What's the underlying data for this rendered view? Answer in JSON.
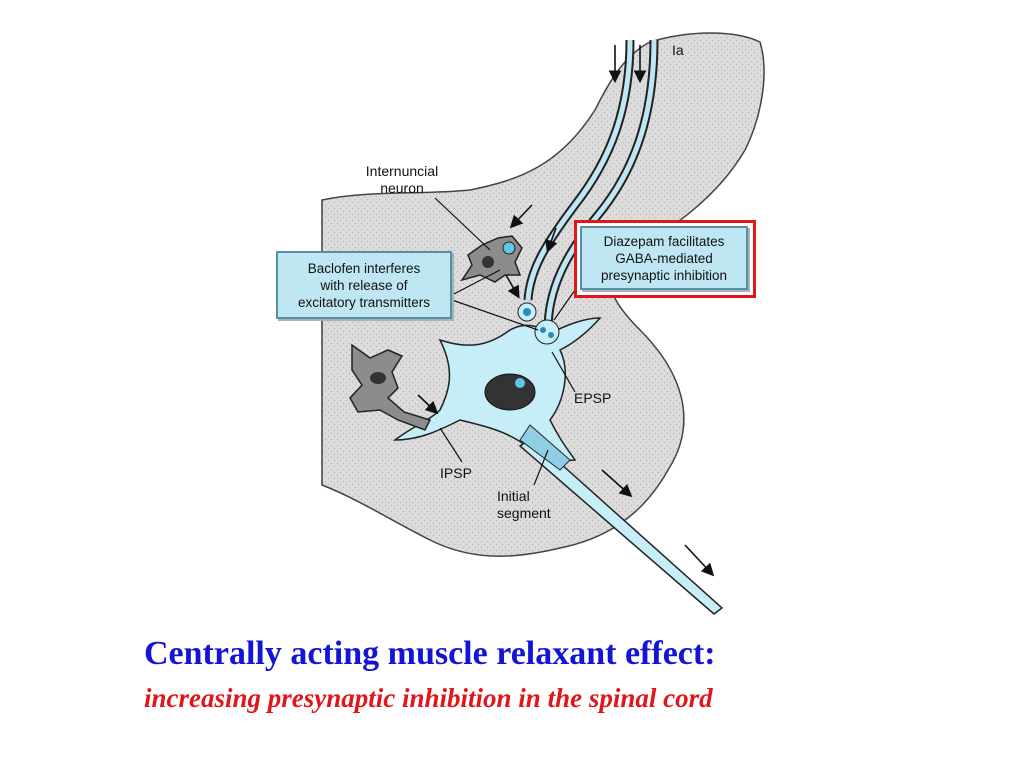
{
  "diagram": {
    "labels": {
      "ia": "Ia",
      "internuncial": [
        "Internuncial",
        "neuron"
      ],
      "epsp": "EPSP",
      "ipsp": "IPSP",
      "initial_segment": [
        "Initial",
        "segment"
      ]
    },
    "callouts": {
      "baclofen": [
        "Baclofen interferes",
        "with release of",
        "excitatory transmitters"
      ],
      "diazepam": [
        "Diazepam facilitates",
        "GABA-mediated",
        "presynaptic inhibition"
      ]
    },
    "colors": {
      "tissue": "#dcdcdc",
      "neuron": "#c6eef8",
      "axon_segment": "#8fcfe4",
      "interneuron": "#8c8c8c",
      "callout_fill": "#bfe6f3",
      "highlight_border": "#e0161b"
    }
  },
  "caption": {
    "title": "Centrally acting muscle relaxant effect:",
    "subtitle": "increasing presynaptic inhibition in the spinal cord",
    "title_color": "#1414d6",
    "subtitle_color": "#e0161b"
  }
}
